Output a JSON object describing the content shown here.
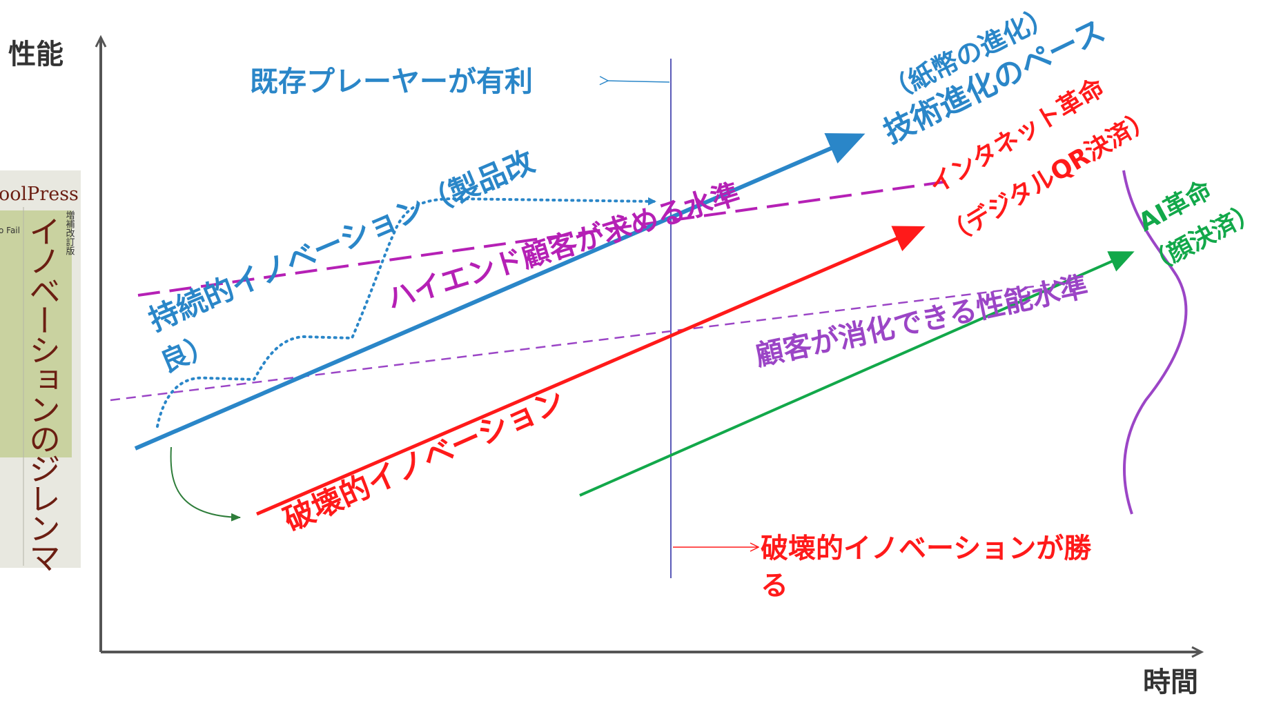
{
  "axes": {
    "y_label": "性能",
    "x_label": "時間"
  },
  "book": {
    "series": "oolPress",
    "edition": "増補改訂版",
    "subtitle_fragment": "o Fail",
    "title": "イノベーションのジレンマ"
  },
  "labels": {
    "incumbent_advantage": "既存プレーヤーが有利",
    "tech_pace_sub": "（紙幣の進化）",
    "tech_pace": "技術進化のペース",
    "sustaining_innovation": "持続的イノベーション（製品改",
    "sustaining_innovation_cont": "良）",
    "high_end_demand": "ハイエンド顧客が求める水準",
    "internet_revolution": "インタネット革命",
    "internet_revolution_sub": "（デジタルQR決済）",
    "ai_revolution": "AI革命",
    "ai_revolution_sub": "（顔決済）",
    "absorbable_performance": "顧客が消化できる性能水準",
    "disruptive_innovation": "破壊的イノベーション",
    "disruptive_wins": "破壊的イノベーションが勝",
    "disruptive_wins_cont": "る"
  },
  "colors": {
    "axis": "#555555",
    "blue": "#2a86c8",
    "red": "#ff1a1a",
    "magenta": "#b520b5",
    "purple": "#9b45c6",
    "green": "#12a84a",
    "divider": "#5a5ab8",
    "book_bg": "#e8e8e0",
    "book_panel": "#c9d2a0",
    "book_text": "#6b1e12"
  }
}
